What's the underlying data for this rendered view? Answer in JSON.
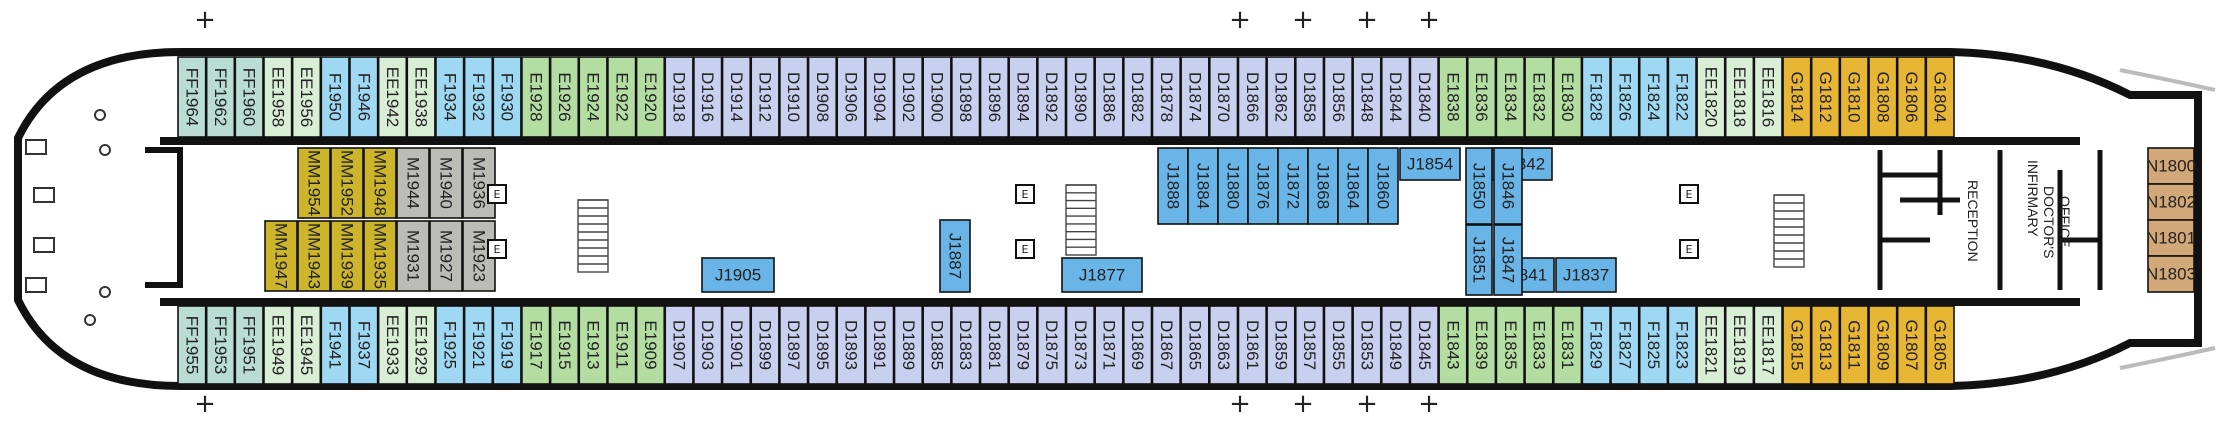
{
  "colors": {
    "FF": "#b9ddd3",
    "EE": "#d8efd6",
    "F": "#9fd8f3",
    "E": "#b4dda2",
    "D": "#c9cfee",
    "G": "#e8b635",
    "J": "#6ab5e8",
    "MM": "#cdb52b",
    "M": "#bcbcb6",
    "N": "#d2a878",
    "hull": "#111111",
    "elev": "#ffffff"
  },
  "top_row": [
    "FF1964",
    "FF1962",
    "FF1960",
    "EE1958",
    "EE1956",
    "F1950",
    "F1946",
    "EE1942",
    "EE1938",
    "F1934",
    "F1932",
    "F1930",
    "E1928",
    "E1926",
    "E1924",
    "E1922",
    "E1920",
    "D1918",
    "D1916",
    "D1914",
    "D1912",
    "D1910",
    "D1908",
    "D1906",
    "D1904",
    "D1902",
    "D1900",
    "D1898",
    "D1896",
    "D1894",
    "D1892",
    "D1890",
    "D1886",
    "D1882",
    "D1878",
    "D1874",
    "D1870",
    "D1866",
    "D1862",
    "D1858",
    "D1856",
    "D1848",
    "D1844",
    "D1840",
    "E1838",
    "E1836",
    "E1834",
    "E1832",
    "E1830",
    "F1828",
    "F1826",
    "F1824",
    "F1822",
    "EE1820",
    "EE1818",
    "EE1816",
    "G1814",
    "G1812",
    "G1810",
    "G1808",
    "G1806",
    "G1804"
  ],
  "bottom_row": [
    "FF1955",
    "FF1953",
    "FF1951",
    "EE1949",
    "EE1945",
    "F1941",
    "F1937",
    "EE1933",
    "EE1929",
    "F1925",
    "F1921",
    "F1919",
    "E1917",
    "E1915",
    "E1913",
    "E1911",
    "E1909",
    "D1907",
    "D1903",
    "D1901",
    "D1899",
    "D1897",
    "D1895",
    "D1893",
    "D1891",
    "D1889",
    "D1885",
    "D1883",
    "D1881",
    "D1879",
    "D1875",
    "D1873",
    "D1871",
    "D1869",
    "D1867",
    "D1865",
    "D1863",
    "D1861",
    "D1859",
    "D1857",
    "D1855",
    "D1853",
    "D1849",
    "D1845",
    "E1843",
    "E1839",
    "E1835",
    "E1833",
    "E1831",
    "F1829",
    "F1827",
    "F1825",
    "F1823",
    "EE1821",
    "EE1819",
    "EE1817",
    "G1815",
    "G1813",
    "G1811",
    "G1809",
    "G1807",
    "G1805"
  ],
  "mid_fwd_upper": [
    "MM1954",
    "MM1952",
    "MM1948",
    "M1944",
    "M1940",
    "M1936"
  ],
  "mid_fwd_lower": [
    "MM1947",
    "MM1943",
    "MM1939",
    "MM1935",
    "M1931",
    "M1927",
    "M1923"
  ],
  "mid_center_upper": [
    "J1888",
    "J1884",
    "J1880",
    "J1876",
    "J1872",
    "J1868",
    "J1864",
    "J1860"
  ],
  "mid_j_wide": [
    "J1905",
    "J1877",
    "J1854",
    "J1842",
    "J1841",
    "J1837"
  ],
  "mid_j_tall": [
    "J1887",
    "J1850",
    "J1846",
    "J1851",
    "J1847"
  ],
  "mid_aft": [
    "N1800",
    "N1802",
    "N1801",
    "N1803"
  ],
  "rooms": {
    "reception": "RECEPTION",
    "infirmary": "INFIRMARY",
    "doctors": "DOCTOR'S",
    "office": "OFFICE"
  },
  "elevator_glyph": "E",
  "plus_glyph": "+"
}
